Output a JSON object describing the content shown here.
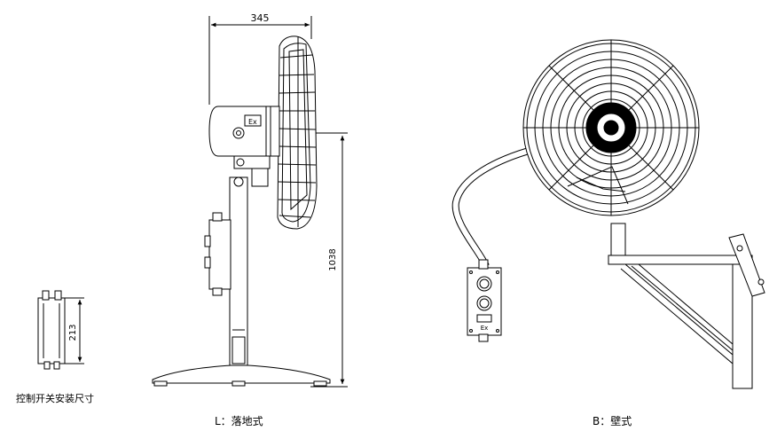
{
  "dimensions": {
    "depth": "345",
    "height": "1038",
    "switch_height": "213"
  },
  "labels": {
    "switch_caption": "控制开关安装尺寸",
    "floor_caption": "L：落地式",
    "wall_caption": "B：壁式",
    "ex_mark": "Ex"
  }
}
